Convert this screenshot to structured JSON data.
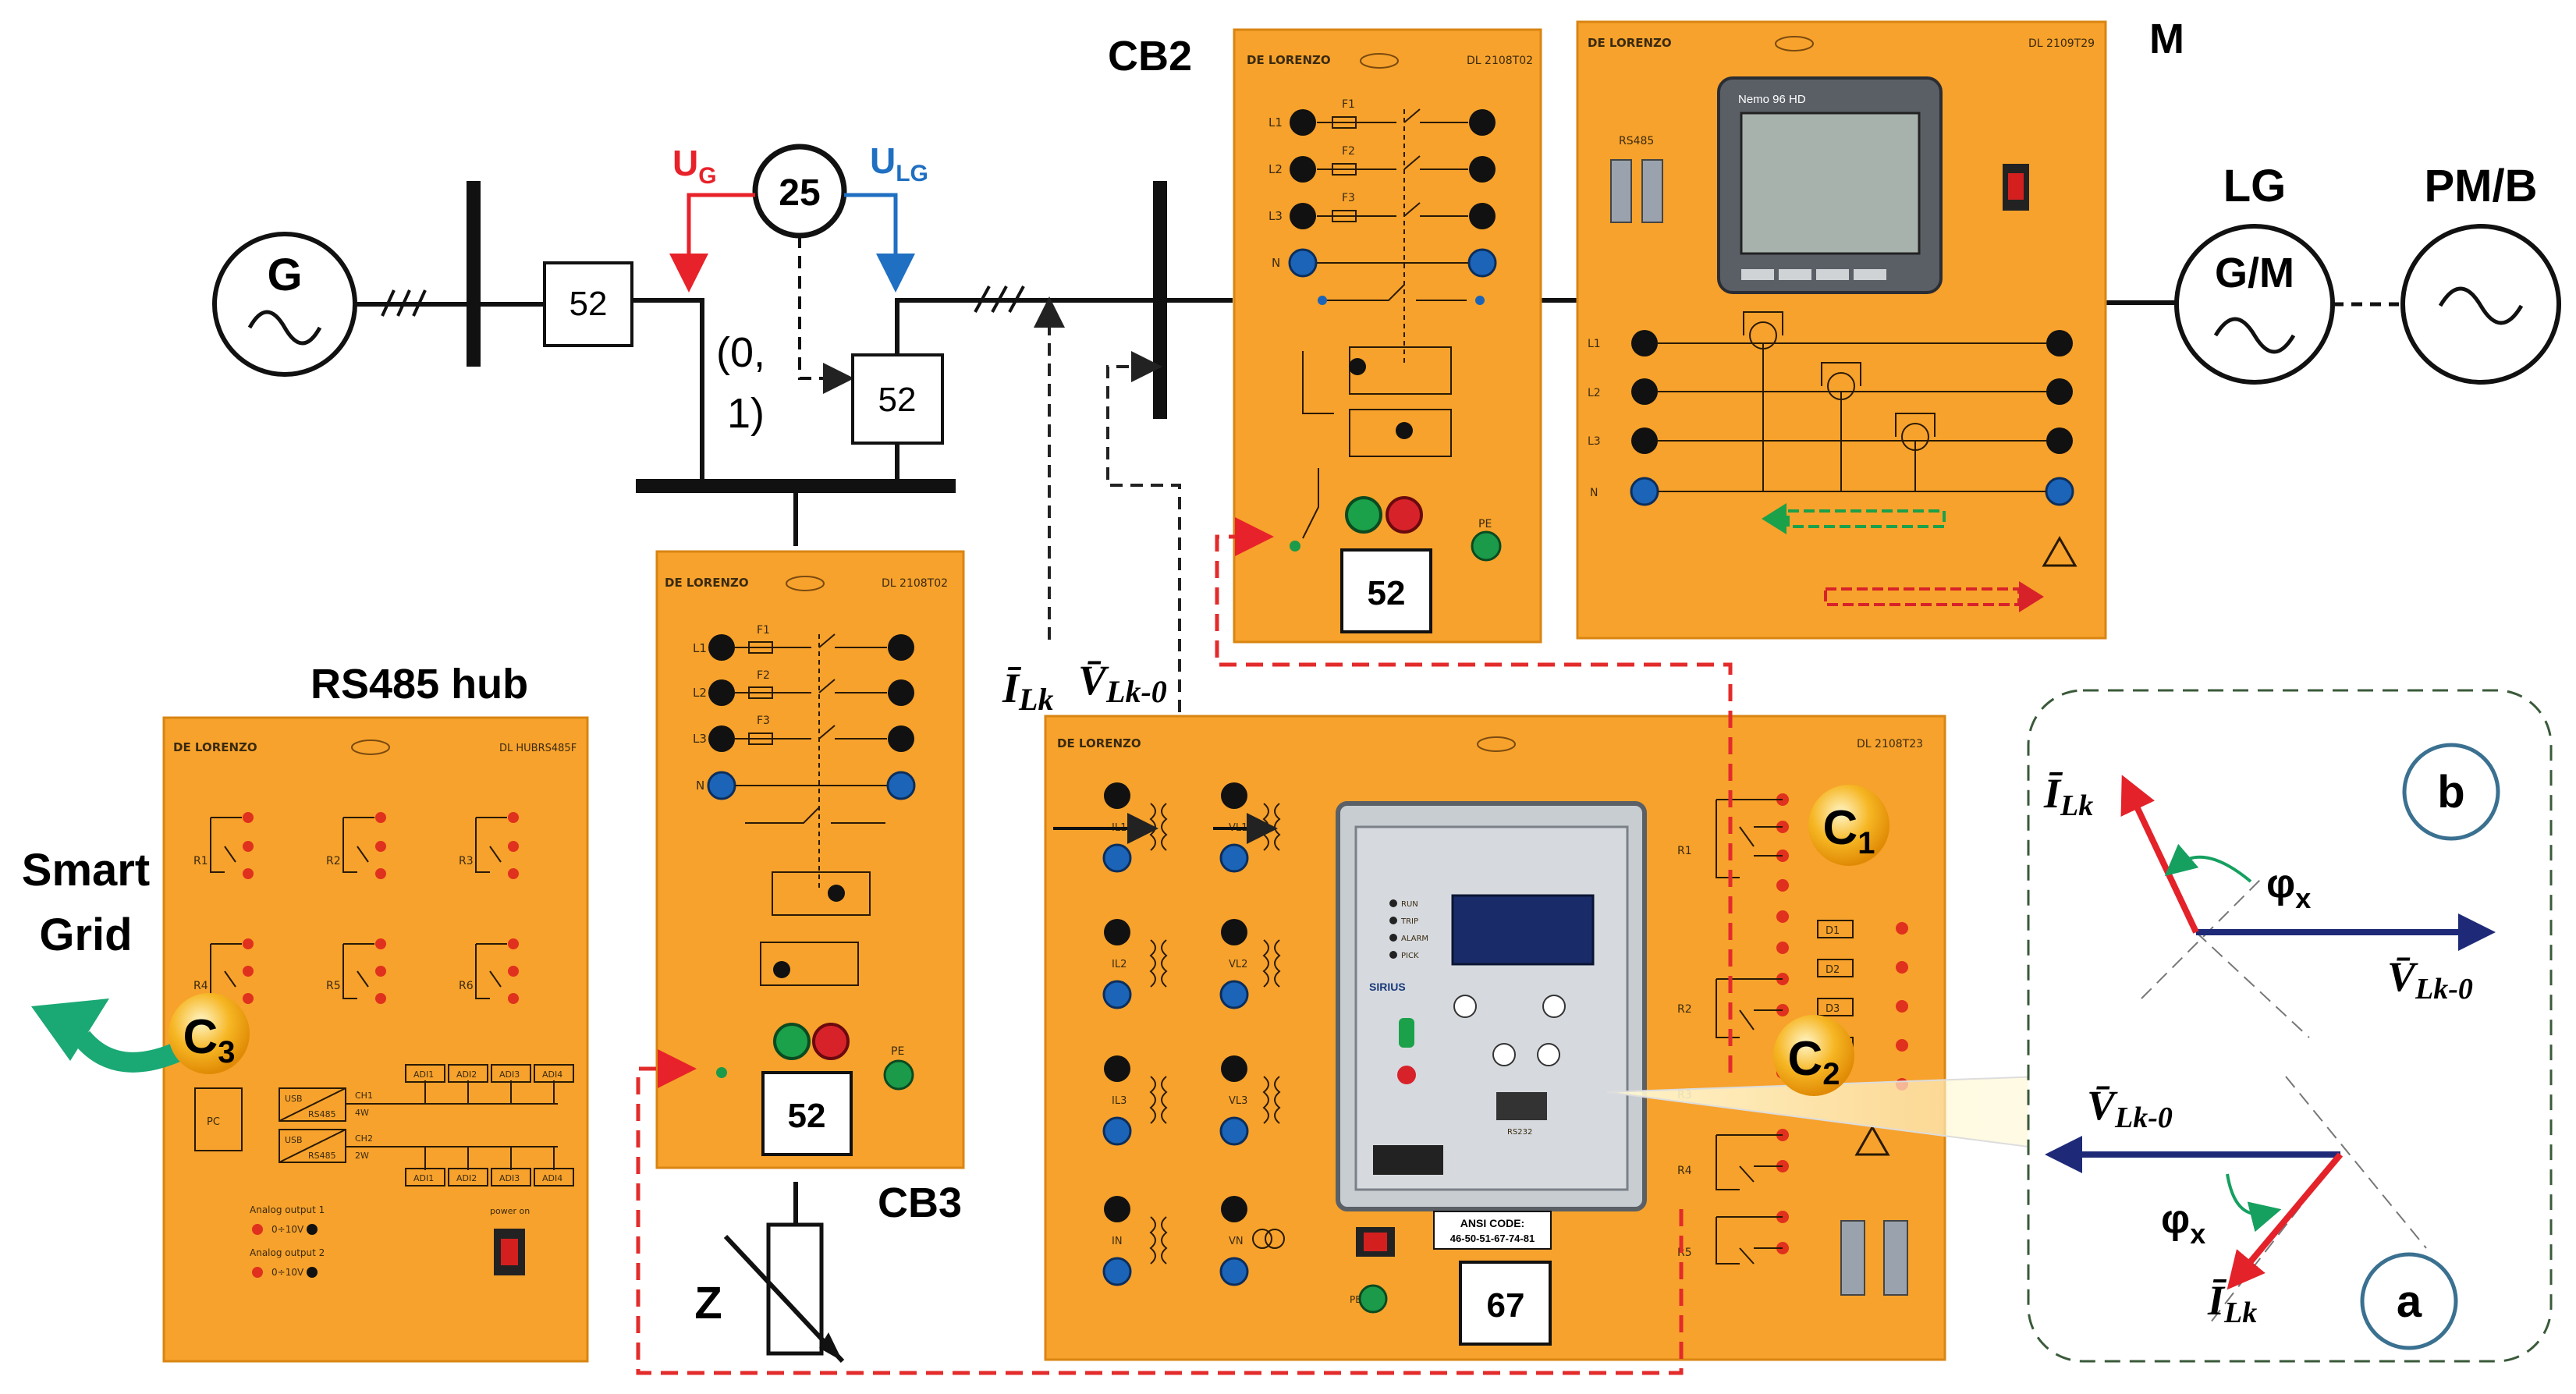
{
  "colors": {
    "panel": "#f7a22c",
    "panel_edge": "#d98512",
    "ug": "#e8222a",
    "ulg": "#1f6fc2",
    "red_dash": "#e32b2b",
    "vector_red": "#e4222a",
    "vector_blue": "#1e2a78",
    "arc_green": "#15a060",
    "smart_arrow": "#1aa874"
  },
  "one_line": {
    "generator": "G",
    "breaker_gen": "52",
    "sync_relay": "25",
    "ug": "U",
    "ug_sub": "G",
    "ulg": "U",
    "ulg_sub": "LG",
    "sync_command_line1": "(0,",
    "sync_command_line2": "1)",
    "breaker_sync": "52",
    "load_grid_top": "LG",
    "load_grid_symbol": "G/M",
    "pm_label": "PM/B",
    "load": "Z",
    "i_measure": "Ī",
    "i_measure_sub": "Lk",
    "v_measure": "V̄",
    "v_measure_sub": "Lk-0"
  },
  "labels": {
    "cb2": "CB2",
    "cb3": "CB3",
    "meter": "M",
    "rs485_hub": "RS485 hub",
    "smart_grid_line1": "Smart",
    "smart_grid_line2": "Grid",
    "c1": "C",
    "c1_sub": "1",
    "c2": "C",
    "c2_sub": "2",
    "c3": "C",
    "c3_sub": "3"
  },
  "panels": {
    "brand": "DE LORENZO",
    "cb2": {
      "code": "DL 2108T02",
      "box": "52",
      "phases": [
        "L1",
        "L2",
        "L3",
        "N"
      ],
      "fuses": [
        "F1",
        "F2",
        "F3"
      ],
      "pe": "PE"
    },
    "cb3": {
      "code": "DL 2108T02",
      "box": "52",
      "phases": [
        "L1",
        "L2",
        "L3",
        "N"
      ],
      "fuses": [
        "F1",
        "F2",
        "F3"
      ],
      "pe": "PE"
    },
    "meter": {
      "code": "DL 2109T29",
      "screen": "Nemo 96 HD",
      "rs485": "RS485",
      "phases": [
        "L1",
        "L2",
        "L3",
        "N"
      ]
    },
    "relay": {
      "code": "DL 2108T23",
      "box": "67",
      "ansi_line1": "ANSI CODE:",
      "ansi_line2": "46-50-51-67-74-81",
      "device": "SIRIUS",
      "ct_labels": [
        "IL1",
        "IL2",
        "IL3",
        "IN"
      ],
      "vt_labels": [
        "VL1",
        "VL2",
        "VL3",
        "VN"
      ],
      "relay_labels": [
        "R1",
        "R2",
        "R3",
        "R4",
        "R5"
      ],
      "digital_labels": [
        "D1",
        "D2",
        "D3",
        "D4"
      ],
      "leds": [
        "RUN",
        "TRIP",
        "ALARM",
        "PICK"
      ],
      "port": "RS232",
      "pe": "PE"
    },
    "hub": {
      "code": "DL HUBRS485F",
      "relays": [
        "R1",
        "R2",
        "R3",
        "R4",
        "R5",
        "R6"
      ],
      "pc": "PC",
      "usb1": "USB",
      "usb2": "USB",
      "rs1": "RS485",
      "rs2": "RS485",
      "ch1": "CH1",
      "ch2": "CH2",
      "w1": "4W",
      "w2": "2W",
      "adi_row1": [
        "ADI1",
        "ADI2",
        "ADI3",
        "ADI4"
      ],
      "adi_row2": [
        "ADI1",
        "ADI2",
        "ADI3",
        "ADI4"
      ],
      "analog1": "Analog output 1",
      "analog2": "Analog output 2",
      "range": "0÷10V",
      "power": "power on"
    }
  },
  "phasor": {
    "panel_b": "b",
    "panel_a": "a",
    "phi": "φ",
    "phi_sub": "x",
    "i_top": "Ī",
    "i_top_sub": "Lk",
    "v_top": "V̄",
    "v_top_sub": "Lk-0",
    "v_bot": "V̄",
    "v_bot_sub": "Lk-0",
    "i_bot": "Ī",
    "i_bot_sub": "Lk",
    "phi_bot": "φ",
    "phi_bot_sub": "x"
  }
}
